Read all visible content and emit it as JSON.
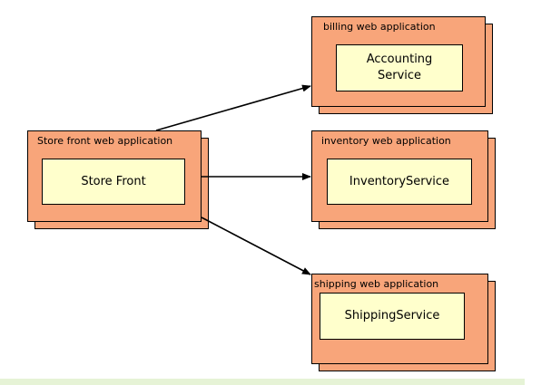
{
  "diagram": {
    "store": {
      "app_title": "Store front web application",
      "service_label": "Store Front"
    },
    "billing": {
      "app_title": "billing web application",
      "service_label": "Accounting\nService"
    },
    "inventory": {
      "app_title": "inventory web application",
      "service_label": "InventoryService"
    },
    "shipping": {
      "app_title": "shipping web application",
      "service_label": "ShippingService"
    },
    "colors": {
      "app_fill": "#f8a57a",
      "service_fill": "#ffffcc",
      "edge": "#000000"
    }
  }
}
